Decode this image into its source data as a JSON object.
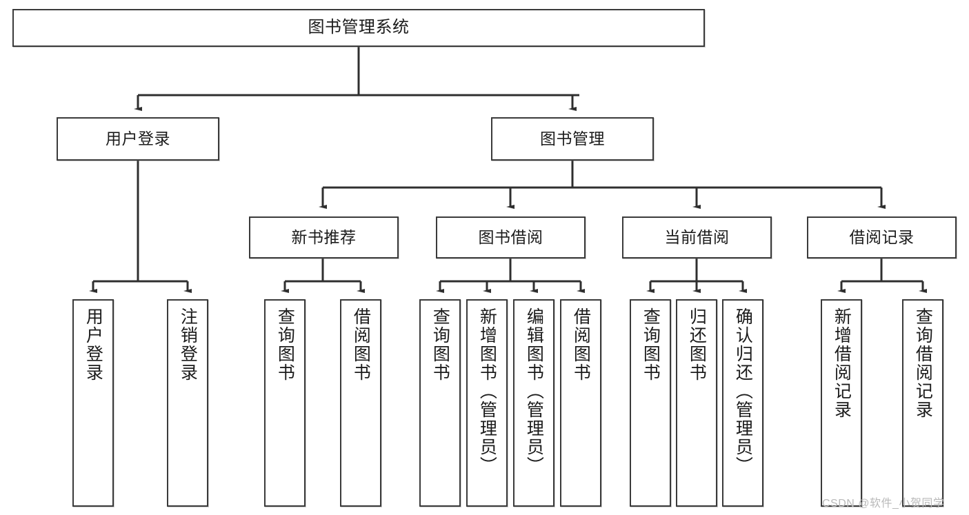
{
  "diagram": {
    "type": "tree-hierarchy-chart",
    "title": "图书管理系统",
    "watermark": "CSDN @软件_小贺同学",
    "colors": {
      "box_border": "#3a3a3a",
      "box_fill": "#ffffff",
      "edge": "#2f2f2f",
      "text": "#1b1b1b",
      "watermark": "#b9b9b9",
      "background": "#ffffff"
    },
    "levels": {
      "root": {
        "label": "图书管理系统"
      },
      "level2": [
        {
          "label": "用户登录"
        },
        {
          "label": "图书管理"
        }
      ],
      "level3": [
        {
          "label": "新书推荐"
        },
        {
          "label": "图书借阅"
        },
        {
          "label": "当前借阅"
        },
        {
          "label": "借阅记录"
        }
      ],
      "leaves": {
        "user_login": [
          {
            "label": "用户登录"
          },
          {
            "label": "注销登录"
          }
        ],
        "new_book_recommend": [
          {
            "label": "查询图书"
          },
          {
            "label": "借阅图书"
          }
        ],
        "book_borrow": [
          {
            "label": "查询图书"
          },
          {
            "label": "新增图书（管理员）"
          },
          {
            "label": "编辑图书（管理员）"
          },
          {
            "label": "借阅图书"
          }
        ],
        "current_borrow": [
          {
            "label": "查询图书"
          },
          {
            "label": "归还图书"
          },
          {
            "label": "确认归还（管理员）"
          }
        ],
        "borrow_record": [
          {
            "label": "新增借阅记录"
          },
          {
            "label": "查询借阅记录"
          }
        ]
      }
    }
  }
}
